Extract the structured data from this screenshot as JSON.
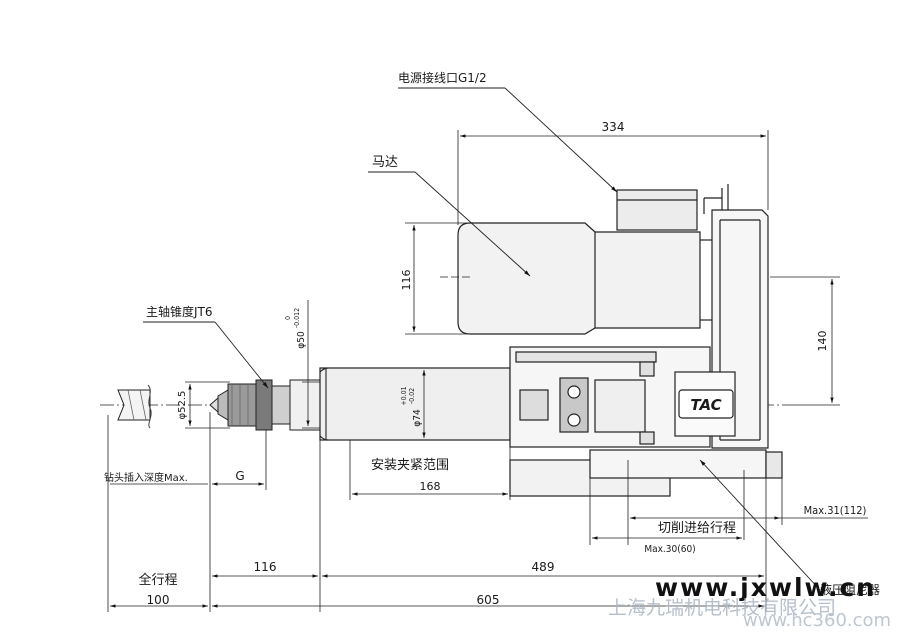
{
  "labels": {
    "power_port": "电源接线口G1/2",
    "motor": "马达",
    "spindle_taper": "主轴锥度JT6",
    "clamp_range": "安装夹紧范围",
    "drill_depth": "钻头插入深度Max.",
    "feed_stroke": "切削进给行程",
    "full_stroke": "全行程",
    "hydraulic": "液压阻尼器",
    "brand": "TAC"
  },
  "dimensions": {
    "d334": "334",
    "d116_height": "116",
    "d140": "140",
    "d52_5": "φ52.5",
    "d50": "φ50",
    "d50_tol_upper": "0",
    "d50_tol_lower": "-0.012",
    "d74": "φ74",
    "d74_tol_upper": "+0.01",
    "d74_tol_lower": "-0.02",
    "dG": "G",
    "d168": "168",
    "d116_len": "116",
    "d489": "489",
    "d100": "100",
    "d605": "605",
    "max31": "Max.31(112)",
    "max30": "Max.30(60)"
  },
  "watermark": {
    "site": "www.jxwlw.cn",
    "company": "上海九瑞机电科技有限公司",
    "hc": "www.hc360.com"
  }
}
